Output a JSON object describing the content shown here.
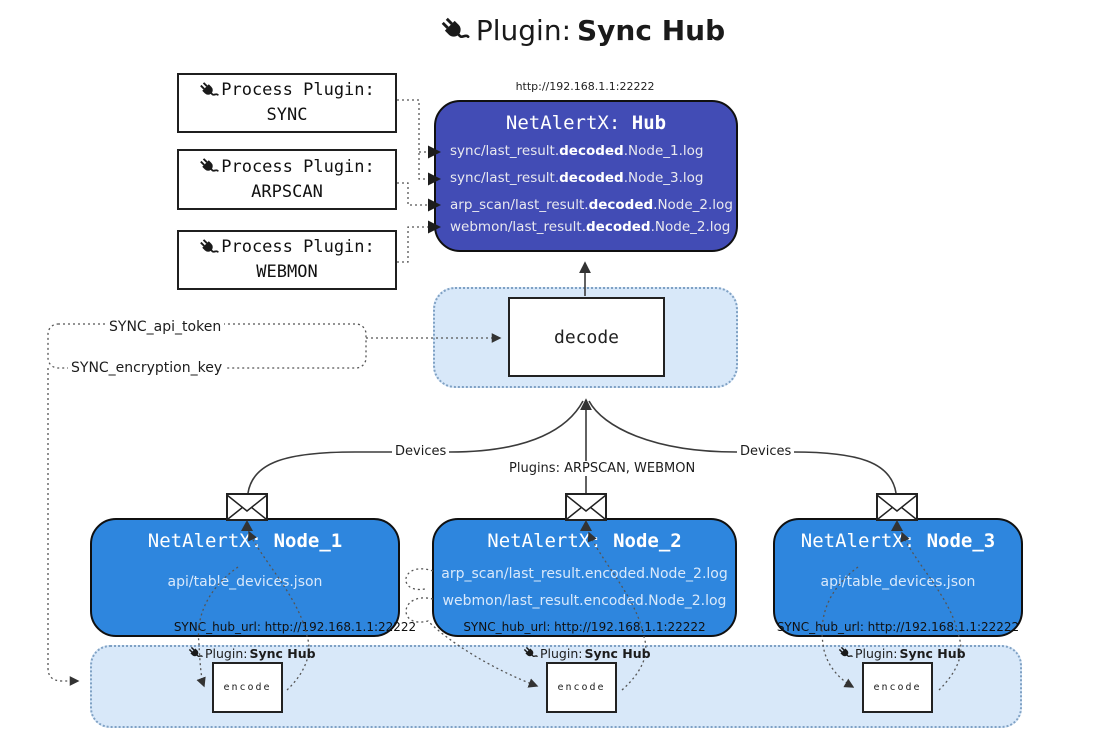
{
  "title": {
    "prefix": "Plugin: ",
    "bold": "Sync Hub"
  },
  "hub": {
    "url": "http://192.168.1.1:22222",
    "title_prefix": "NetAlertX: ",
    "title_bold": "Hub",
    "lines": [
      {
        "pre": "sync/last_result.",
        "bold": "decoded",
        "post": ".Node_1.log"
      },
      {
        "pre": "sync/last_result.",
        "bold": "decoded",
        "post": ".Node_3.log"
      },
      {
        "pre": "arp_scan/last_result.",
        "bold": "decoded",
        "post": ".Node_2.log"
      },
      {
        "pre": "webmon/last_result.",
        "bold": "decoded",
        "post": ".Node_2.log"
      }
    ]
  },
  "process_plugins": [
    {
      "label": "Process Plugin:",
      "name": "SYNC"
    },
    {
      "label": "Process Plugin:",
      "name": "ARPSCAN"
    },
    {
      "label": "Process Plugin:",
      "name": "WEBMON"
    }
  ],
  "decode": {
    "label": "decode"
  },
  "encode": {
    "label": "encode",
    "plugin_prefix": "Plugin: ",
    "plugin_bold": "Sync Hub"
  },
  "edge_labels": {
    "api_token": "SYNC_api_token",
    "encryption_key": "SYNC_encryption_key",
    "devices_left": "Devices",
    "plugins_center": "Plugins: ARPSCAN, WEBMON",
    "devices_right": "Devices"
  },
  "nodes": [
    {
      "title_prefix": "NetAlertX: ",
      "title_bold": "Node_1",
      "lines": [
        "api/table_devices.json"
      ],
      "hub_url": "SYNC_hub_url: http://192.168.1.1:22222"
    },
    {
      "title_prefix": "NetAlertX: ",
      "title_bold": "Node_2",
      "lines": [
        "arp_scan/last_result.encoded.Node_2.log",
        "webmon/last_result.encoded.Node_2.log"
      ],
      "hub_url": "SYNC_hub_url: http://192.168.1.1:22222"
    },
    {
      "title_prefix": "NetAlertX: ",
      "title_bold": "Node_3",
      "lines": [
        "api/table_devices.json"
      ],
      "hub_url": "SYNC_hub_url: http://192.168.1.1:22222"
    }
  ],
  "colors": {
    "hub_fill": "#424CB5",
    "node_fill": "#2E86DE",
    "container_fill": "#D8E8F9",
    "container_border": "#7FA1C4",
    "line": "#3B3B3B"
  }
}
